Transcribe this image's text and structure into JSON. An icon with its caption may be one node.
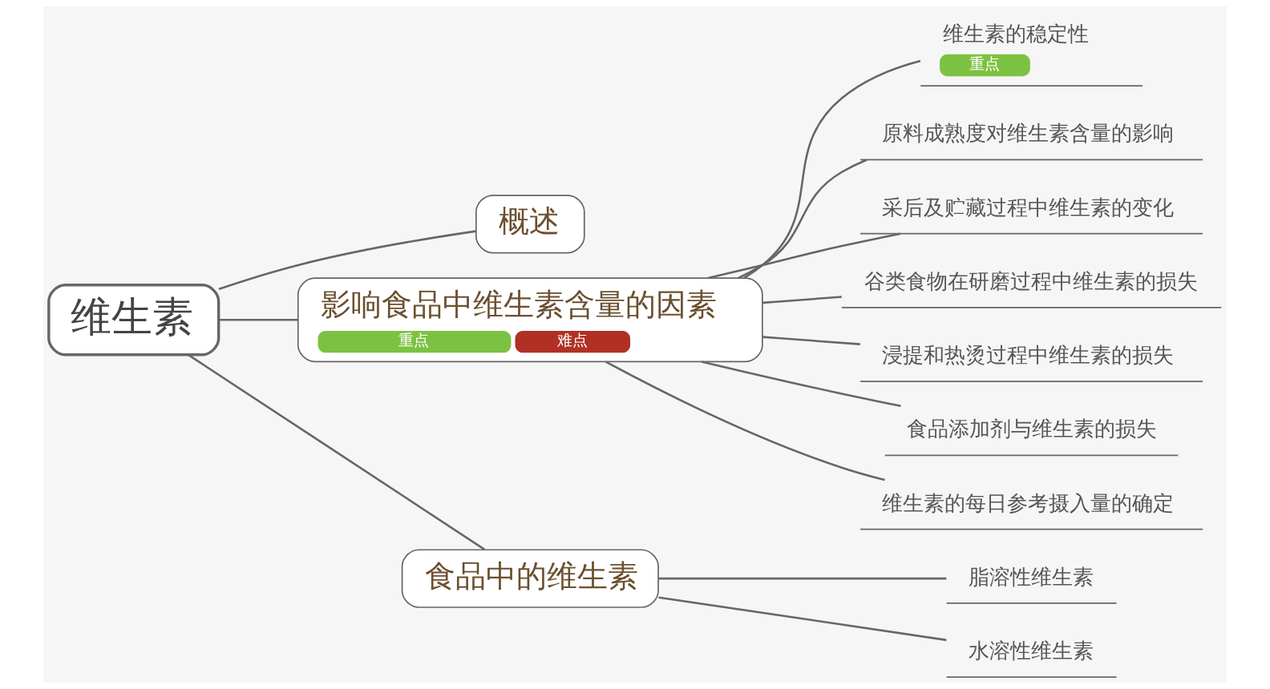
{
  "diagram": {
    "nodes": [
      {
        "text": [
          "维生素"
        ]
      },
      {
        "text": [
          "概述"
        ]
      },
      {
        "text": [
          "影响食品中维生素含量的因素",
          "重点",
          "难点"
        ]
      },
      {
        "text": [
          "维生素的稳定性",
          "重点"
        ]
      },
      {
        "text": [
          "原料成熟度对维生素含量的影响"
        ]
      },
      {
        "text": [
          "采后及贮藏过程中维生素的变化"
        ]
      },
      {
        "text": [
          "谷类食物在研磨过程中维生素的损失"
        ]
      },
      {
        "text": [
          "浸提和热烫过程中维生素的损失"
        ]
      },
      {
        "text": [
          "食品添加剂与维生素的损失"
        ]
      },
      {
        "text": [
          "维生素的每日参考摄入量的确定"
        ]
      },
      {
        "text": [
          "食品中的维生素"
        ]
      },
      {
        "text": [
          "脂溶性维生素"
        ]
      },
      {
        "text": [
          "水溶性维生素"
        ]
      }
    ],
    "edges": [
      {
        "from": 0,
        "to": 1,
        "arrow": "none"
      },
      {
        "from": 0,
        "to": 2,
        "arrow": "none"
      },
      {
        "from": 0,
        "to": 10,
        "arrow": "none"
      },
      {
        "from": 2,
        "to": 3,
        "arrow": "none"
      },
      {
        "from": 2,
        "to": 4,
        "arrow": "none"
      },
      {
        "from": 2,
        "to": 5,
        "arrow": "none"
      },
      {
        "from": 2,
        "to": 6,
        "arrow": "none"
      },
      {
        "from": 2,
        "to": 7,
        "arrow": "none"
      },
      {
        "from": 2,
        "to": 8,
        "arrow": "none"
      },
      {
        "from": 2,
        "to": 9,
        "arrow": "none"
      },
      {
        "from": 10,
        "to": 11,
        "arrow": "none"
      },
      {
        "from": 10,
        "to": 12,
        "arrow": "none"
      }
    ]
  }
}
